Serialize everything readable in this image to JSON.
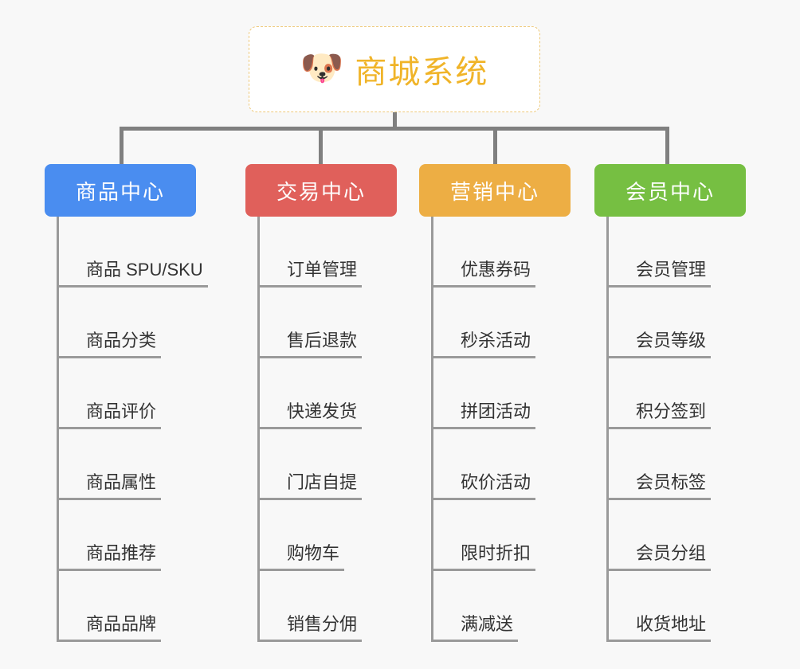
{
  "page": {
    "background_color": "#f8f8f8",
    "type": "mind-map"
  },
  "root": {
    "icon": "shiba-dog-emoji",
    "emoji": "🐶",
    "title": "商城系统",
    "text_color": "#f0b429",
    "border_color": "#eec97a",
    "background_color": "#ffffff"
  },
  "connector": {
    "color": "#808080"
  },
  "categories": [
    {
      "label": "商品中心",
      "color": "#4a8df0",
      "items": [
        "商品 SPU/SKU",
        "商品分类",
        "商品评价",
        "商品属性",
        "商品推荐",
        "商品品牌"
      ]
    },
    {
      "label": "交易中心",
      "color": "#e0605b",
      "items": [
        "订单管理",
        "售后退款",
        "快递发货",
        "门店自提",
        "购物车",
        "销售分佣"
      ]
    },
    {
      "label": "营销中心",
      "color": "#edae44",
      "items": [
        "优惠券码",
        "秒杀活动",
        "拼团活动",
        "砍价活动",
        "限时折扣",
        "满减送"
      ]
    },
    {
      "label": "会员中心",
      "color": "#76bf42",
      "items": [
        "会员管理",
        "会员等级",
        "积分签到",
        "会员标签",
        "会员分组",
        "收货地址"
      ]
    }
  ]
}
